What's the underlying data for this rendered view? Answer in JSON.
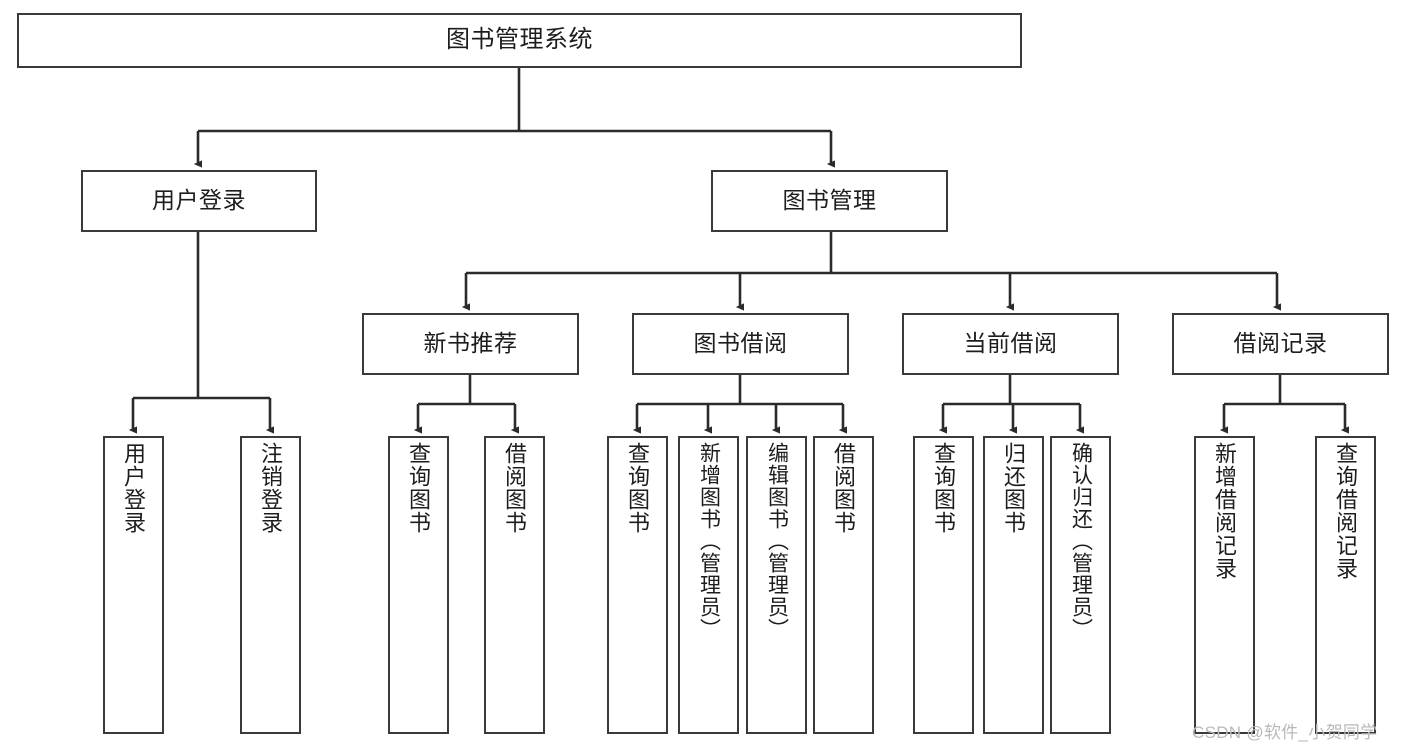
{
  "diagram": {
    "type": "tree-hierarchy-chart",
    "title": "图书管理系统",
    "watermark": "CSDN @软件_小贺同学",
    "colors": {
      "box_border": "#3a3a3a",
      "box_fill": "#ffffff",
      "connector": "#2b2b2b",
      "text": "#1d1d1d",
      "watermark": "#b9b9b9",
      "background": "#ffffff"
    },
    "nodes": {
      "root": {
        "label": "图书管理系统"
      },
      "level2": [
        {
          "id": "user-login",
          "label": "用户登录"
        },
        {
          "id": "book-manage",
          "label": "图书管理"
        }
      ],
      "level3": [
        {
          "id": "new-book-recommend",
          "label": "新书推荐"
        },
        {
          "id": "book-borrow",
          "label": "图书借阅"
        },
        {
          "id": "current-borrow",
          "label": "当前借阅"
        },
        {
          "id": "borrow-record",
          "label": "借阅记录"
        }
      ],
      "leaves": [
        {
          "id": "leaf-user-login",
          "label": "用户登录",
          "parent": "user-login"
        },
        {
          "id": "leaf-user-logout",
          "label": "注销登录",
          "parent": "user-login"
        },
        {
          "id": "leaf-query-book-1",
          "label": "查询图书",
          "parent": "new-book-recommend"
        },
        {
          "id": "leaf-borrow-book-1",
          "label": "借阅图书",
          "parent": "new-book-recommend"
        },
        {
          "id": "leaf-query-book-2",
          "label": "查询图书",
          "parent": "book-borrow"
        },
        {
          "id": "leaf-add-book",
          "label": "新增图书（管理员）",
          "parent": "book-borrow"
        },
        {
          "id": "leaf-edit-book",
          "label": "编辑图书（管理员）",
          "parent": "book-borrow"
        },
        {
          "id": "leaf-borrow-book-2",
          "label": "借阅图书",
          "parent": "book-borrow"
        },
        {
          "id": "leaf-query-book-3",
          "label": "查询图书",
          "parent": "current-borrow"
        },
        {
          "id": "leaf-return-book",
          "label": "归还图书",
          "parent": "current-borrow"
        },
        {
          "id": "leaf-confirm-return",
          "label": "确认归还（管理员）",
          "parent": "current-borrow"
        },
        {
          "id": "leaf-add-record",
          "label": "新增借阅记录",
          "parent": "borrow-record"
        },
        {
          "id": "leaf-query-record",
          "label": "查询借阅记录",
          "parent": "borrow-record"
        }
      ]
    }
  }
}
